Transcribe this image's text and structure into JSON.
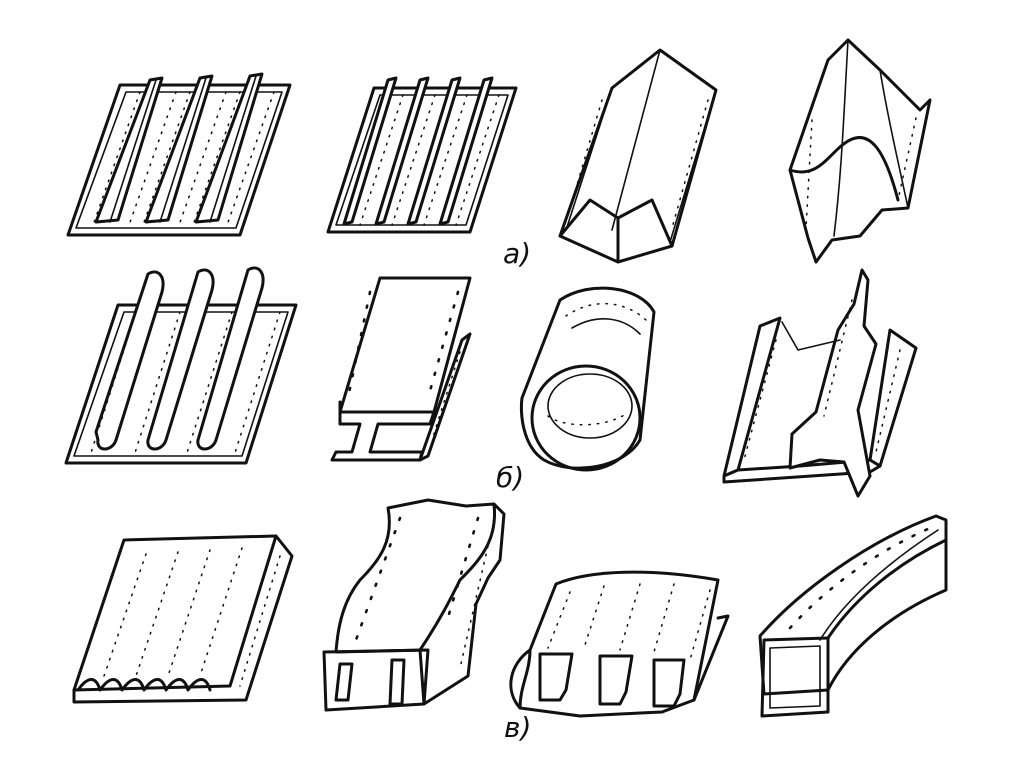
{
  "figure": {
    "row_labels": [
      "а)",
      "б)",
      "в)"
    ]
  }
}
